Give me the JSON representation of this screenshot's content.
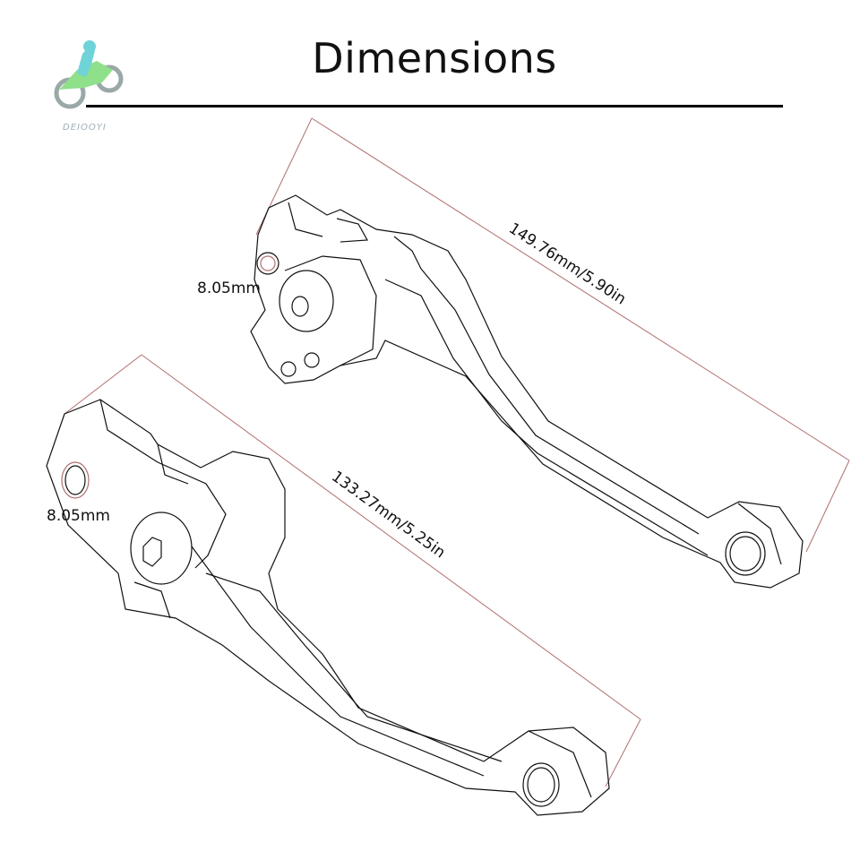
{
  "header": {
    "title": "Dimensions",
    "brand": "DEIOOYI"
  },
  "levers": [
    {
      "name": "upper-lever",
      "length_label": "149.76mm/5.90in",
      "hole_label": "8.05mm"
    },
    {
      "name": "lower-lever",
      "length_label": "133.27mm/5.25in",
      "hole_label": "8.05mm"
    }
  ],
  "colors": {
    "dimension_line": "#b07070",
    "outline": "#111111",
    "logo_green": "#8fe08a",
    "logo_cyan": "#6fd3d8",
    "logo_gray": "#9aa8a8"
  }
}
